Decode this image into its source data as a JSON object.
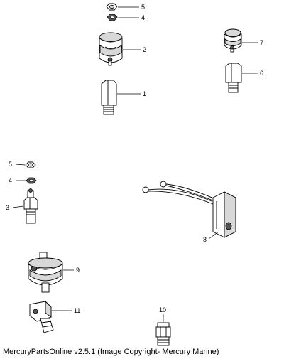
{
  "callouts": {
    "c1": "1",
    "c2": "2",
    "c3": "3",
    "c4a": "4",
    "c4b": "4",
    "c5a": "5",
    "c5b": "5",
    "c6": "6",
    "c7": "7",
    "c8": "8",
    "c9": "9",
    "c10": "10",
    "c11": "11"
  },
  "caption": "MercuryPartsOnline v2.5.1 (Image Copyright- Mercury Marine)"
}
